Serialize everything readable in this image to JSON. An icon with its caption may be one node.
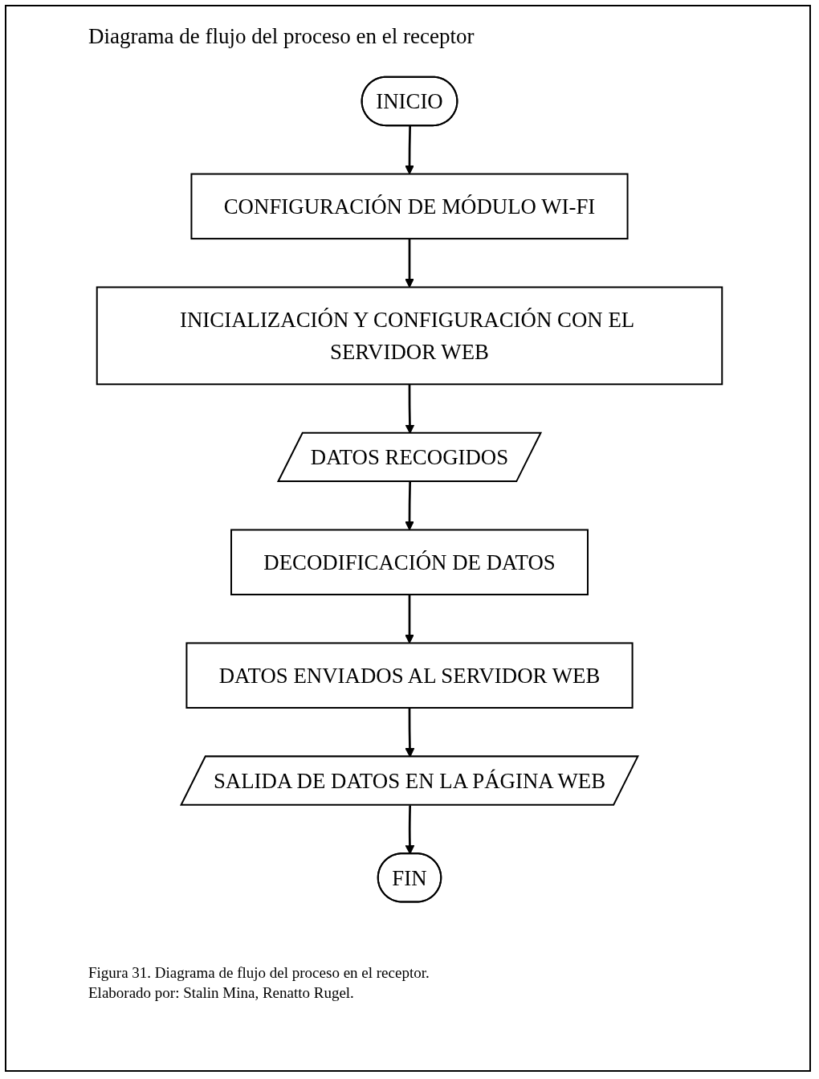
{
  "diagram": {
    "title": "Diagrama de flujo del proceso en el receptor",
    "caption": "Figura 31. Diagrama de flujo del proceso en el receptor.",
    "nodes": [
      {
        "text": [
          "INICIO"
        ]
      },
      {
        "text": [
          "CONFIGURACIÓN DE MÓDULO WI-FI"
        ]
      },
      {
        "text": [
          "INICIALIZACIÓN Y CONFIGURACIÓN CON EL SERVIDOR WEB"
        ]
      },
      {
        "text": [
          "DATOS RECOGIDOS"
        ]
      },
      {
        "text": [
          "DECODIFICACIÓN DE DATOS"
        ]
      },
      {
        "text": [
          "DATOS ENVIADOS AL SERVIDOR WEB"
        ]
      },
      {
        "text": [
          "SALIDA DE DATOS EN LA PÁGINA WEB"
        ]
      },
      {
        "text": [
          "FIN"
        ]
      }
    ],
    "edges": [
      {
        "from": 0,
        "to": 1,
        "arrow": "to"
      },
      {
        "from": 1,
        "to": 2,
        "arrow": "to"
      },
      {
        "from": 2,
        "to": 3,
        "arrow": "to"
      },
      {
        "from": 3,
        "to": 4,
        "arrow": "to"
      },
      {
        "from": 4,
        "to": 5,
        "arrow": "to"
      },
      {
        "from": 5,
        "to": 6,
        "arrow": "to"
      },
      {
        "from": 6,
        "to": 7,
        "arrow": "to"
      }
    ],
    "labels": [
      "Elaborado por: Stalin Mina, Renatto Rugel."
    ]
  }
}
